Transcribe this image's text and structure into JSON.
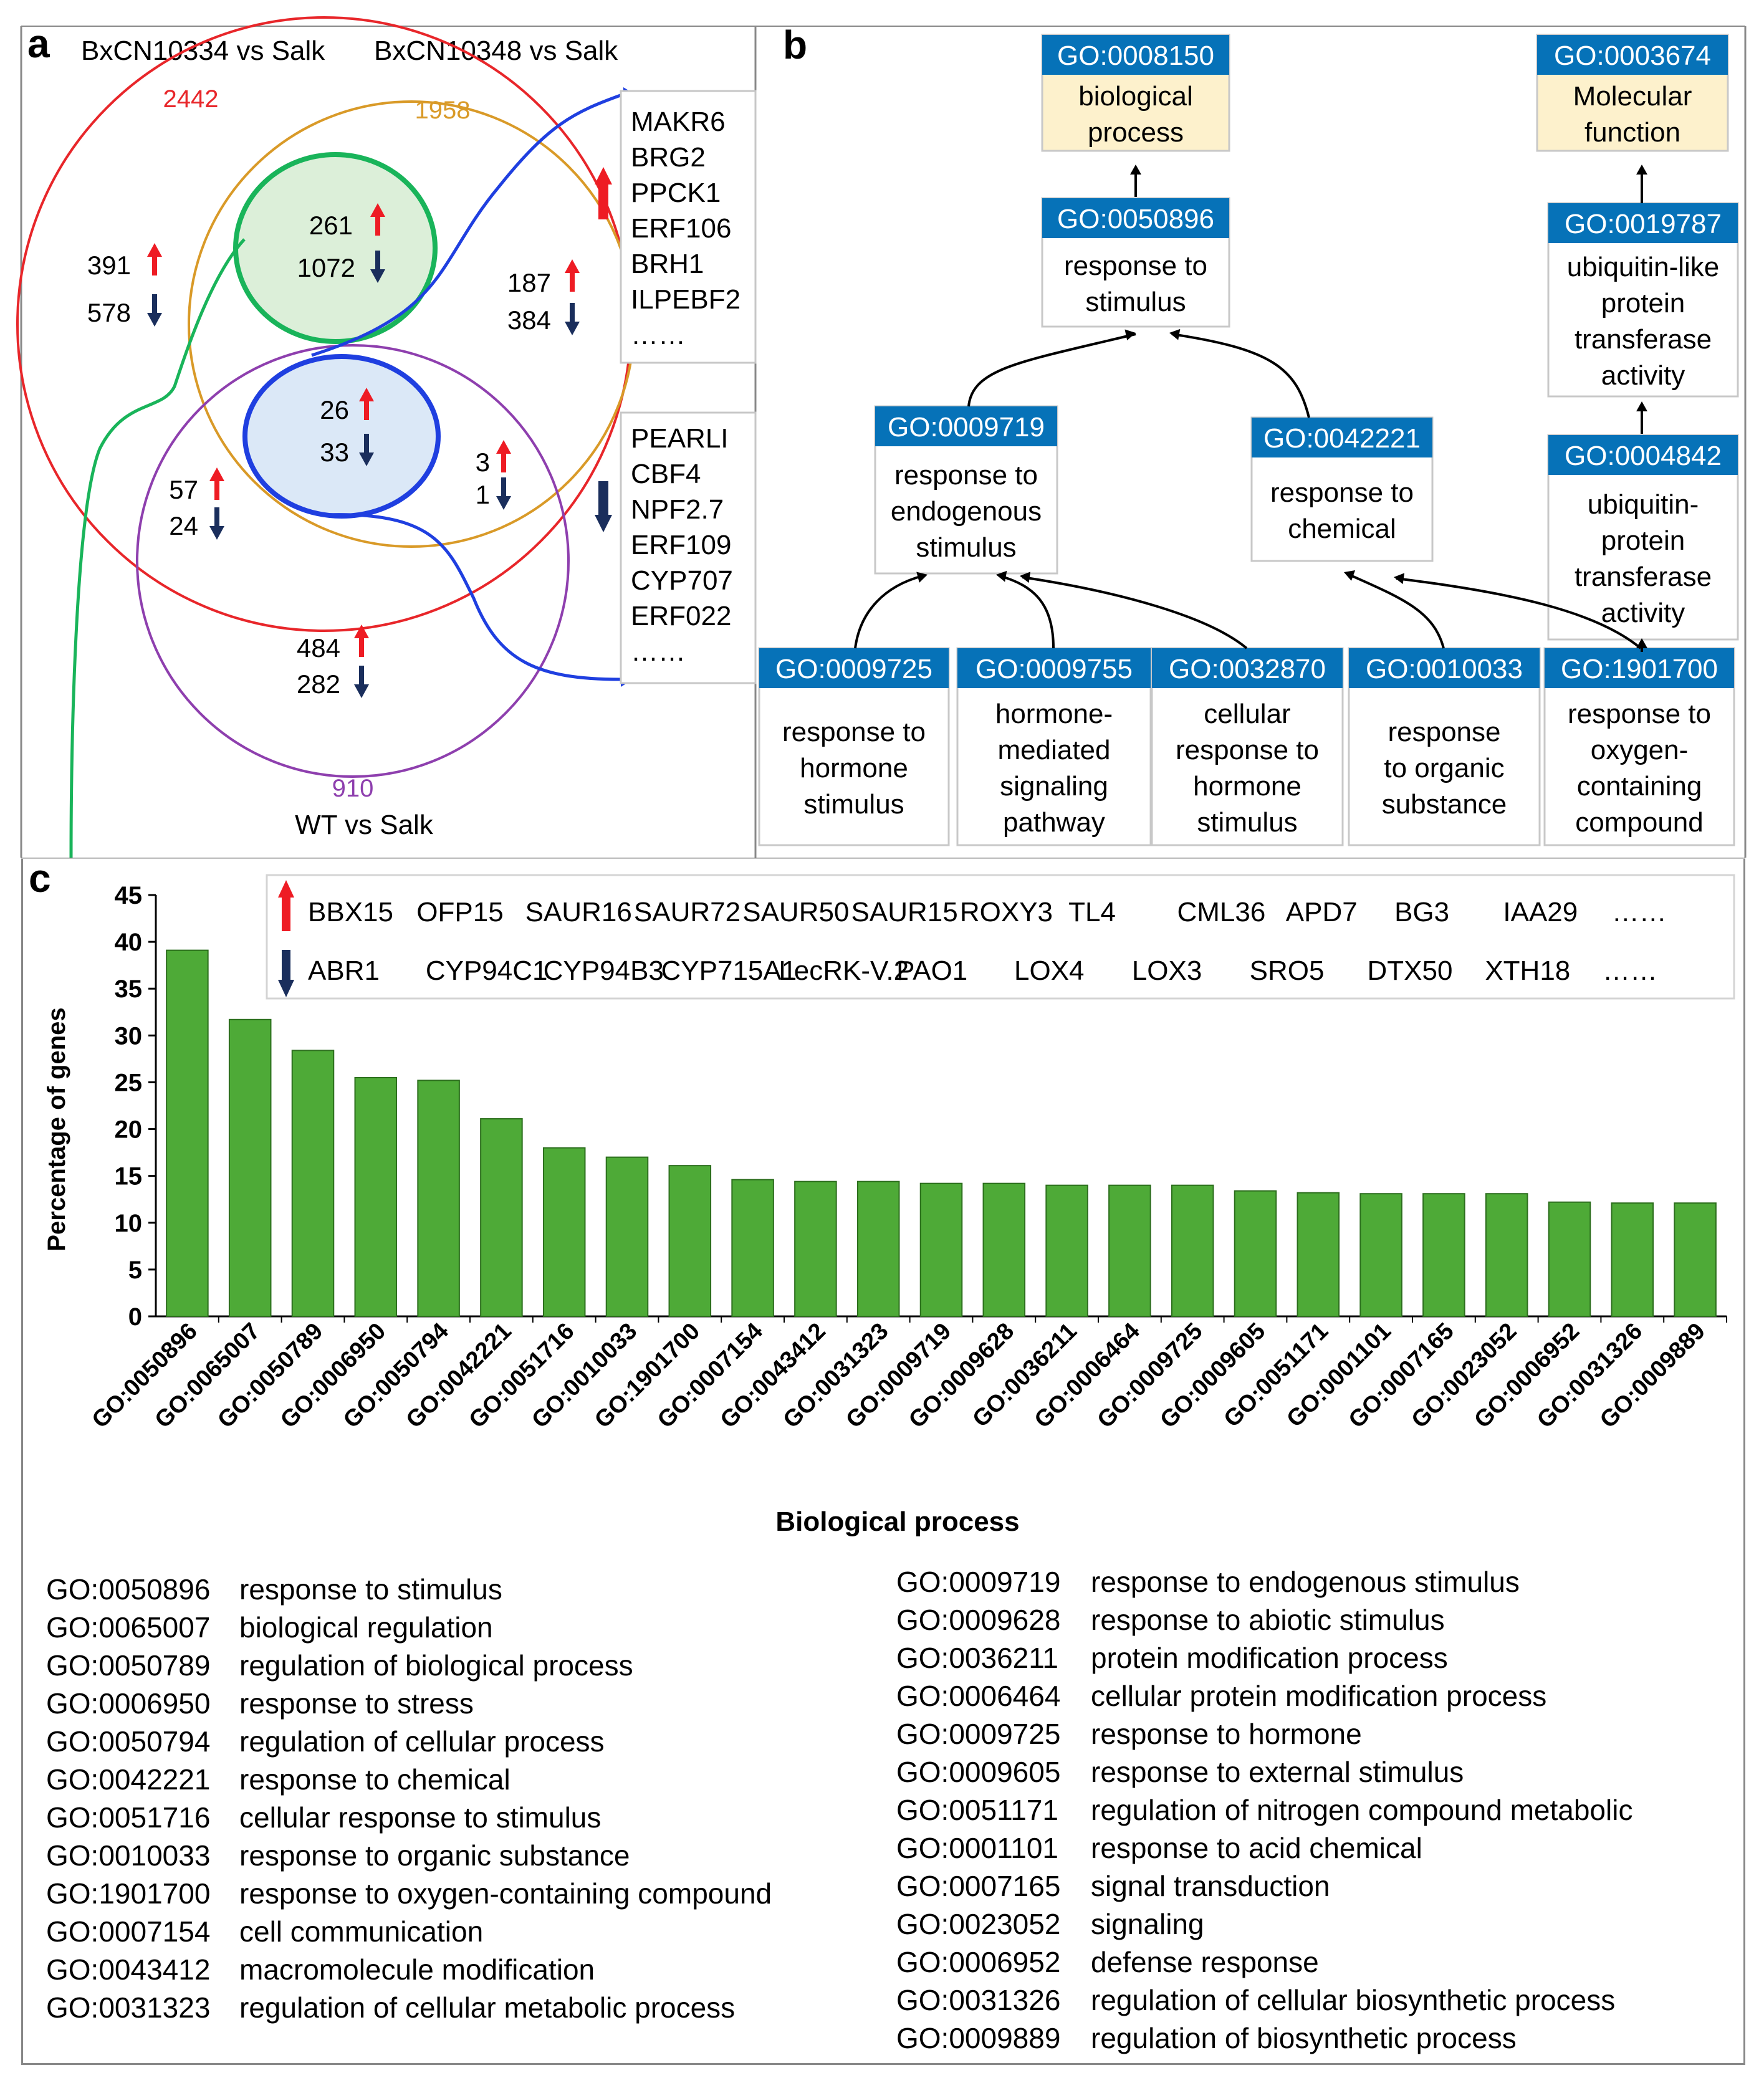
{
  "panel_labels": {
    "a": "a",
    "b": "b",
    "c": "c"
  },
  "panel_a": {
    "comparison_1": "BxCN10334 vs Salk",
    "comparison_2": "BxCN10348 vs Salk",
    "comparison_3": "WT vs Salk",
    "total_1": "2442",
    "total_2": "1958",
    "total_3": "910",
    "region_1_only": {
      "up": "391",
      "down": "578"
    },
    "region_1_2": {
      "up": "261",
      "down": "1072"
    },
    "region_2_only": {
      "up": "187",
      "down": "384"
    },
    "region_all": {
      "up": "26",
      "down": "33"
    },
    "region_1_3": {
      "up": "57",
      "down": "24"
    },
    "region_2_3": {
      "up": "3",
      "down": "1"
    },
    "region_3_only": {
      "up": "484",
      "down": "282"
    },
    "up_genes": [
      "MAKR6",
      "BRG2",
      "PPCK1",
      "ERF106",
      "BRH1",
      "ILPEBF2",
      "……"
    ],
    "down_genes": [
      "PEARLI",
      "CBF4",
      "NPF2.7",
      "ERF109",
      "CYP707",
      "ERF022",
      "……"
    ],
    "colors": {
      "circle_1": "#e8262a",
      "circle_2": "#d99a28",
      "circle_3": "#8e3fae",
      "ellipse_green": "#19b45a",
      "ellipse_blue": "#1f3fe0",
      "up_arrow": "#ee1c24",
      "down_arrow": "#1a2e5c"
    }
  },
  "panel_b": {
    "nodes": [
      {
        "id": "GO:0008150",
        "label": [
          "biological",
          "process"
        ]
      },
      {
        "id": "GO:0003674",
        "label": [
          "Molecular",
          "function"
        ]
      },
      {
        "id": "GO:0050896",
        "label": [
          "response to",
          "stimulus"
        ]
      },
      {
        "id": "GO:0019787",
        "label": [
          "ubiquitin-like",
          "protein",
          "transferase",
          "activity"
        ]
      },
      {
        "id": "GO:0009719",
        "label": [
          "response to",
          "endogenous",
          "stimulus"
        ]
      },
      {
        "id": "GO:0042221",
        "label": [
          "response to",
          "chemical"
        ]
      },
      {
        "id": "GO:0004842",
        "label": [
          "ubiquitin-",
          "protein",
          "transferase",
          "activity"
        ]
      },
      {
        "id": "GO:0009725",
        "label": [
          "response to",
          "hormone",
          "stimulus"
        ]
      },
      {
        "id": "GO:0009755",
        "label": [
          "hormone-",
          "mediated",
          "signaling",
          "pathway"
        ]
      },
      {
        "id": "GO:0032870",
        "label": [
          "cellular",
          "response to",
          "hormone",
          "stimulus"
        ]
      },
      {
        "id": "GO:0010033",
        "label": [
          "response",
          "to organic",
          "substance"
        ]
      },
      {
        "id": "GO:1901700",
        "label": [
          "response to",
          "oxygen-",
          "containing",
          "compound"
        ]
      }
    ],
    "colors": {
      "id_bg": "#0672b8",
      "root_bg": "#fdf1cc"
    }
  },
  "panel_c": {
    "up_genes": [
      "BBX15",
      "OFP15",
      "SAUR16",
      "SAUR72",
      "SAUR50",
      "SAUR15",
      "ROXY3",
      "TL4",
      "CML36",
      "APD7",
      "BG3",
      "IAA29",
      "……"
    ],
    "down_genes": [
      "ABR1",
      "CYP94C1",
      "CYP94B3",
      "CYP715A1",
      "LecRK-V.2",
      "PAO1",
      "LOX4",
      "LOX3",
      "SRO5",
      "DTX50",
      "XTH18",
      "……"
    ],
    "descriptions_left": [
      {
        "id": "GO:0050896",
        "desc": "response to stimulus"
      },
      {
        "id": "GO:0065007",
        "desc": "biological regulation"
      },
      {
        "id": "GO:0050789",
        "desc": "regulation of biological process"
      },
      {
        "id": "GO:0006950",
        "desc": "response to stress"
      },
      {
        "id": "GO:0050794",
        "desc": "regulation of cellular process"
      },
      {
        "id": "GO:0042221",
        "desc": "response to chemical"
      },
      {
        "id": "GO:0051716",
        "desc": "cellular response to stimulus"
      },
      {
        "id": "GO:0010033",
        "desc": "response to organic substance"
      },
      {
        "id": "GO:1901700",
        "desc": "response to oxygen-containing compound"
      },
      {
        "id": "GO:0007154",
        "desc": "cell communication"
      },
      {
        "id": "GO:0043412",
        "desc": "macromolecule modification"
      },
      {
        "id": "GO:0031323",
        "desc": "regulation of cellular metabolic process"
      }
    ],
    "descriptions_right": [
      {
        "id": "GO:0009719",
        "desc": "response to endogenous stimulus"
      },
      {
        "id": "GO:0009628",
        "desc": "response to abiotic stimulus"
      },
      {
        "id": "GO:0036211",
        "desc": "protein modification process"
      },
      {
        "id": "GO:0006464",
        "desc": "cellular protein modification process"
      },
      {
        "id": "GO:0009725",
        "desc": "response to hormone"
      },
      {
        "id": "GO:0009605",
        "desc": "response to external stimulus"
      },
      {
        "id": "GO:0051171",
        "desc": "regulation of nitrogen compound metabolic"
      },
      {
        "id": "GO:0001101",
        "desc": "response to acid chemical"
      },
      {
        "id": "GO:0007165",
        "desc": "signal transduction"
      },
      {
        "id": "GO:0023052",
        "desc": "signaling"
      },
      {
        "id": "GO:0006952",
        "desc": "defense response"
      },
      {
        "id": "GO:0031326",
        "desc": "regulation of cellular biosynthetic process"
      },
      {
        "id": "GO:0009889",
        "desc": "regulation of biosynthetic process"
      }
    ]
  },
  "chart_data": {
    "type": "bar",
    "xlabel": "Biological process",
    "ylabel": "Percentage of genes",
    "ylim": [
      0,
      45
    ],
    "yticks": [
      0,
      5,
      10,
      15,
      20,
      25,
      30,
      35,
      40,
      45
    ],
    "grid": false,
    "bar_color": "#4eaa37",
    "categories": [
      "GO:0050896",
      "GO:0065007",
      "GO:0050789",
      "GO:0006950",
      "GO:0050794",
      "GO:0042221",
      "GO:0051716",
      "GO:0010033",
      "GO:1901700",
      "GO:0007154",
      "GO:0043412",
      "GO:0031323",
      "GO:0009719",
      "GO:0009628",
      "GO:0036211",
      "GO:0006464",
      "GO:0009725",
      "GO:0009605",
      "GO:0051171",
      "GO:0001101",
      "GO:0007165",
      "GO:0023052",
      "GO:0006952",
      "GO:0031326",
      "GO:0009889"
    ],
    "values": [
      39.1,
      31.7,
      28.4,
      25.5,
      25.2,
      21.1,
      18.0,
      17.0,
      16.1,
      14.6,
      14.4,
      14.4,
      14.2,
      14.2,
      14.0,
      14.0,
      14.0,
      13.4,
      13.2,
      13.1,
      13.1,
      13.1,
      12.2,
      12.1,
      12.1
    ]
  }
}
